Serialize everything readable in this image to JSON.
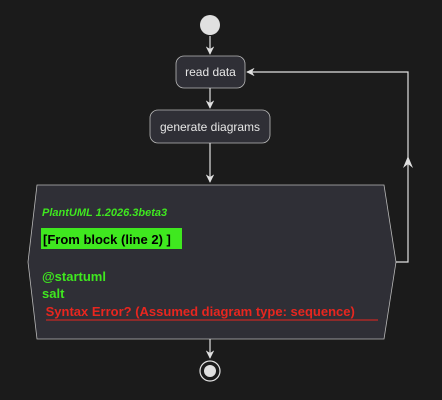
{
  "colors": {
    "background": "#1b1b1b",
    "node_fill": "#2f2f36",
    "node_stroke": "#b9b9b9",
    "arrow": "#e0e0e0",
    "start_fill": "#e0e0e0",
    "green": "#3fe81f",
    "error_red": "#e8261f"
  },
  "nodes": {
    "read_data": "read data",
    "generate_diagrams": "generate diagrams"
  },
  "error_block": {
    "version": "PlantUML 1.2026.3beta3",
    "block_label": "[From block (line 2) ]",
    "code_lines": [
      "@startuml",
      "salt"
    ],
    "error_text": " Syntax Error? (Assumed diagram type: sequence)"
  }
}
